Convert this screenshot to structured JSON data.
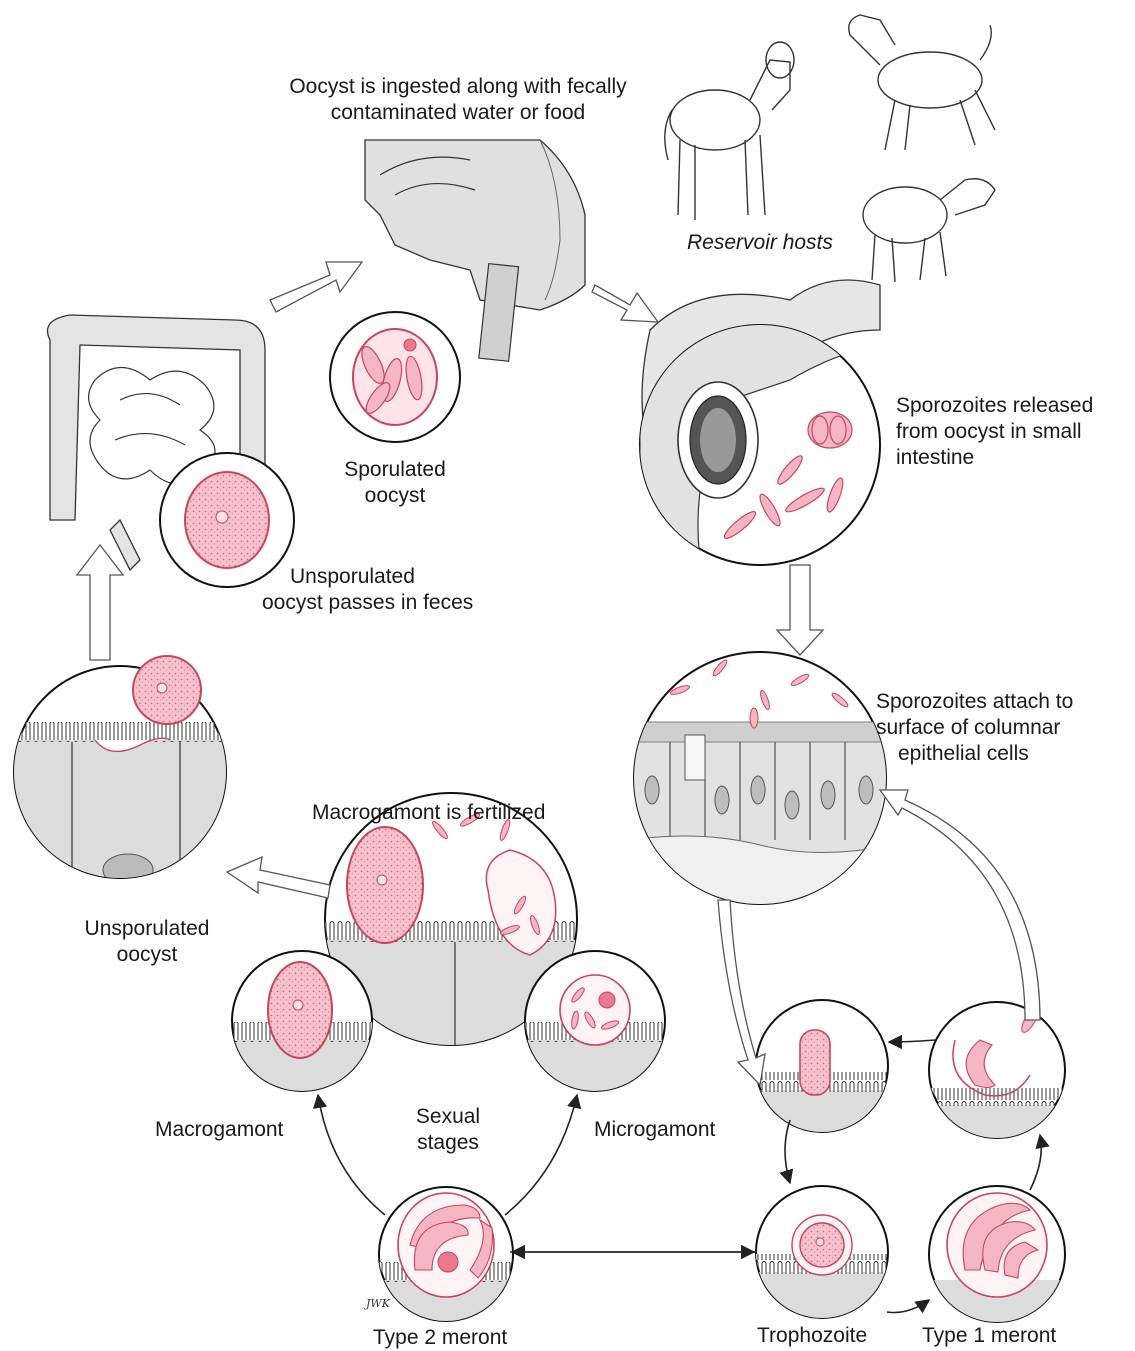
{
  "labels": {
    "ingest_line1": "Oocyst is ingested along with fecally",
    "ingest_line2": "contaminated water or food",
    "reservoir": "Reservoir hosts",
    "sporulated_line1": "Sporulated",
    "sporulated_line2": "oocyst",
    "released_line1": "Sporozoites released",
    "released_line2": "from oocyst in small",
    "released_line3": "intestine",
    "passes_line1": "Unsporulated",
    "passes_line2": "oocyst passes in feces",
    "attach_line1": "Sporozoites attach to",
    "attach_line2": "surface of columnar",
    "attach_line3": "epithelial cells",
    "fertilized": "Macrogamont is fertilized",
    "unsporulated_line1": "Unsporulated",
    "unsporulated_line2": "oocyst",
    "macrogamont": "Macrogamont",
    "sexual_line1": "Sexual",
    "sexual_line2": "stages",
    "microgamont": "Microgamont",
    "type2": "Type 2 meront",
    "trophozoite": "Trophozoite",
    "type1": "Type 1 meront"
  },
  "artist_signature": "JWK",
  "colors": {
    "outline": "#2a2a2a",
    "tissue_gray": "#dcdcdc",
    "light_gray": "#ececec",
    "parasite_pink": "#f4b6c2",
    "parasite_stroke": "#c8455e",
    "arrow_fill": "#ffffff"
  }
}
